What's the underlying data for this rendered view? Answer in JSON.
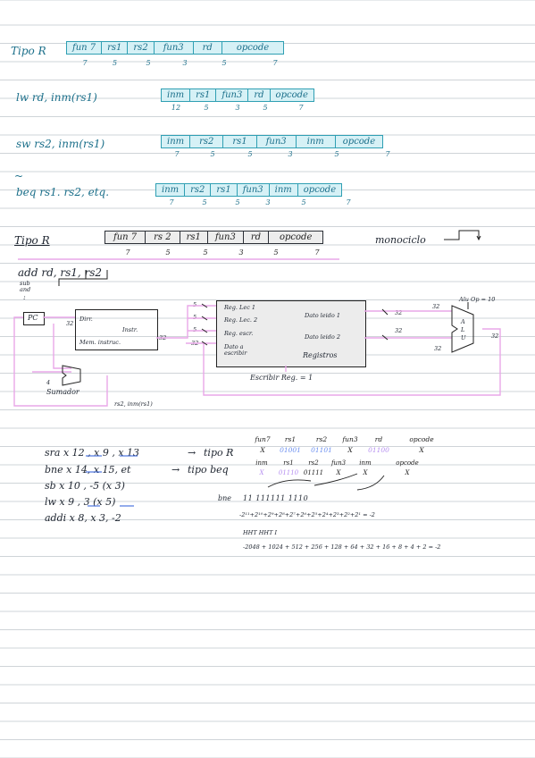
{
  "section1": {
    "r_type": {
      "label": "Tipo R",
      "fields": [
        "fun 7",
        "rs1",
        "rs2",
        "fun3",
        "rd",
        "opcode"
      ],
      "widths": [
        "7",
        "5",
        "5",
        "3",
        "5",
        "7"
      ]
    },
    "lw": {
      "label": "lw   rd, inm(rs1)",
      "fields": [
        "inm",
        "rs1",
        "fun3",
        "rd",
        "opcode"
      ],
      "widths": [
        "12",
        "5",
        "3",
        "5",
        "7"
      ]
    },
    "sw": {
      "label": "sw   rs2, inm(rs1)",
      "fields": [
        "inm",
        "rs2",
        "rs1",
        "fun3",
        "inm",
        "opcode"
      ],
      "widths": [
        "7",
        "5",
        "5",
        "3",
        "5",
        "7"
      ]
    },
    "beq": {
      "label": "beq   rs1. rs2, etq.",
      "fields": [
        "inm",
        "rs2",
        "rs1",
        "fun3",
        "inm",
        "opcode"
      ],
      "widths": [
        "7",
        "5",
        "5",
        "3",
        "5",
        "7"
      ]
    }
  },
  "section2": {
    "title": "Tipo R",
    "fields": [
      "fun 7",
      "rs 2",
      "rs1",
      "fun3",
      "rd",
      "opcode"
    ],
    "widths": [
      "7",
      "5",
      "5",
      "3",
      "5",
      "7"
    ],
    "monociclo": "monociclo",
    "instruction": "add  rd, rs1, rs2",
    "sub_and": "sub\nand",
    "dots": ":",
    "pc": "PC",
    "mem_label_dir": "Dirr.",
    "mem_label_instr": "Instr.",
    "mem_label_name": "Mem. instruc.",
    "mem_width": "32",
    "instr_width": "32",
    "reg_inputs": [
      "Reg. Lec 1",
      "Reg. Lec. 2",
      "Reg. escr.",
      "Dato a escribir"
    ],
    "reg_input_widths": [
      "5",
      "5",
      "5",
      "32"
    ],
    "reg_outputs": [
      "Dato leido 1",
      "Dato leido 2"
    ],
    "reg_output_widths": [
      "32",
      "32"
    ],
    "reg_name": "Registros",
    "escribir": "Escribir Reg. = 1",
    "alu_op": "Alu Op = 10",
    "alu_letters": [
      "A",
      "L",
      "U"
    ],
    "alu_in_widths": [
      "32",
      "32"
    ],
    "alu_out_width": "32",
    "pc_width": "32",
    "sumador": "Sumador",
    "sumador_input": "4",
    "sumador_note": "rs2, inm(rs1)"
  },
  "section3": {
    "lines": [
      {
        "instr": "sra   x 12 , x 9 , x 13",
        "arrow": "→",
        "type": "tipo R"
      },
      {
        "instr": "bne   x 14, x 15, et",
        "arrow": "→",
        "type": "tipo beq"
      },
      {
        "instr": "sb   x 10 , -5 (x 3)",
        "arrow": "",
        "type": ""
      },
      {
        "instr": "lw   x 9 , 3 (x 5)",
        "arrow": "",
        "type": ""
      },
      {
        "instr": "addi  x 8, x 3, -2",
        "arrow": "",
        "type": ""
      }
    ],
    "r_header": [
      "fun7",
      "rs1",
      "rs2",
      "fun3",
      "rd",
      "opcode"
    ],
    "r_values": [
      "X",
      "01001",
      "01101",
      "X",
      "01100",
      "X"
    ],
    "b_header": [
      "inm",
      "rs1",
      "rs2",
      "fun3",
      "inm",
      "opcode"
    ],
    "b_values": [
      "X",
      "01110",
      "01111",
      "X",
      "X",
      "X"
    ],
    "bne_label": "bne",
    "bne_bits": "11 111111 1110",
    "calc1": "-2¹¹+2¹⁰+2⁹+2⁸+2⁷+2⁶+2⁵+2⁴+2³+2²+2¹ = -2",
    "calc2": "HHT HHT I",
    "calc3": "-2048 + 1024 + 512 + 256 + 128 + 64 + 32 + 16 + 8 + 4 + 2 = -2"
  },
  "colors": {
    "teal": "#1b6f8a",
    "box_fill": "#d6f1f6",
    "pink": "#e9a7e8",
    "dark": "#1e2530"
  }
}
